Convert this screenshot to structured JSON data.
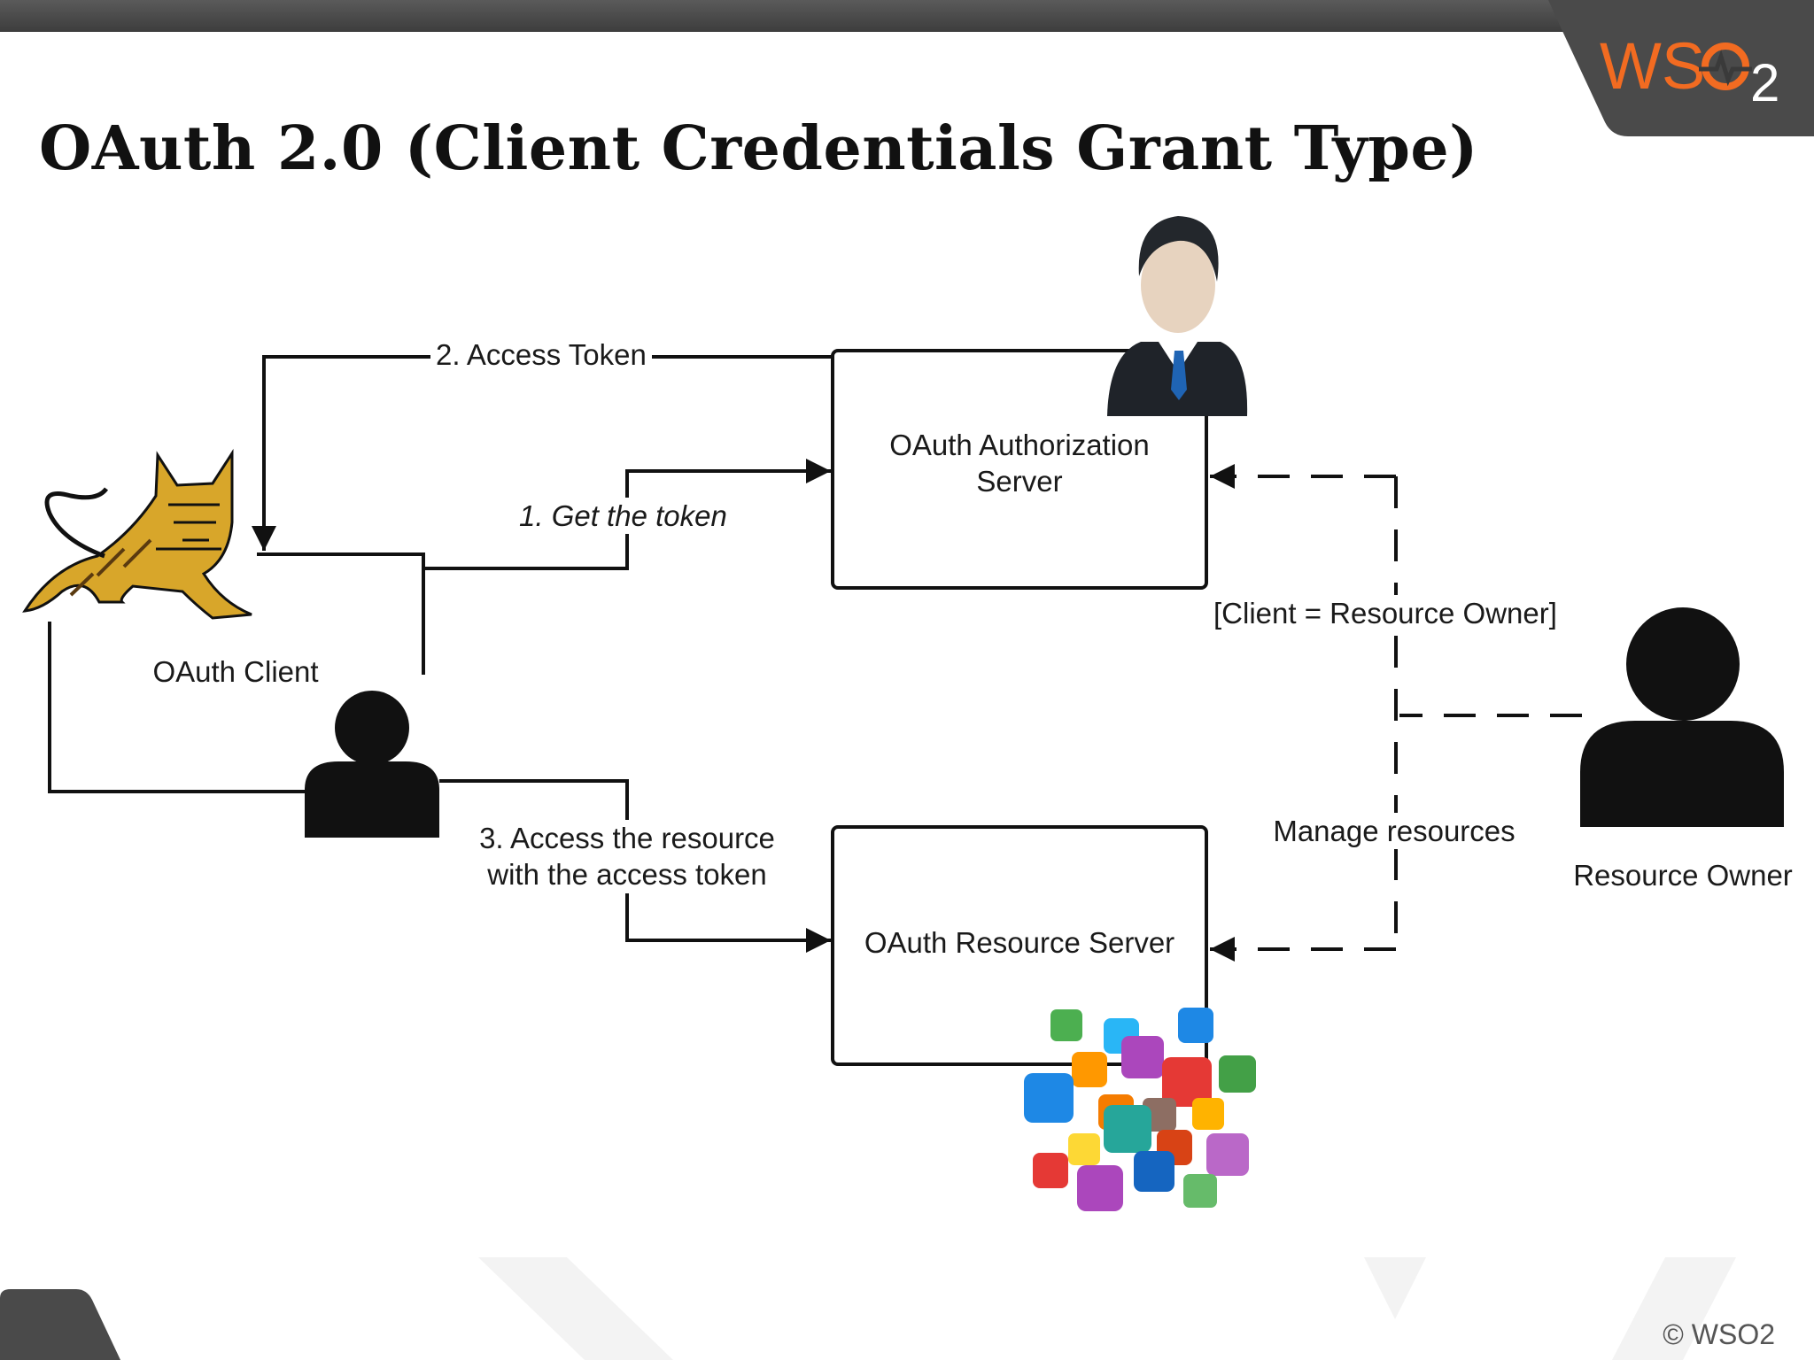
{
  "slide": {
    "title": "OAuth 2.0 (Client Credentials Grant Type)",
    "logo_text": "WSO2",
    "copyright": "© WSO2"
  },
  "nodes": {
    "authorization_server": {
      "line1": "OAuth Authorization",
      "line2": "Server"
    },
    "resource_server": {
      "label": "OAuth Resource Server"
    },
    "client": {
      "label": "OAuth Client"
    },
    "resource_owner": {
      "label": "Resource Owner"
    }
  },
  "edges": {
    "get_token": "1. Get the token",
    "access_token": "2. Access Token",
    "access_resource_line1": "3. Access the resource",
    "access_resource_line2": "with the access token",
    "client_equals_owner": "[Client = Resource Owner]",
    "manage_resources": "Manage resources"
  },
  "colors": {
    "accent": "#f26b21",
    "line": "#111111",
    "topbar": "#4a4a4a"
  },
  "icons": [
    "tomcat-icon",
    "businessman-icon",
    "user-icon",
    "apps-cluster-icon",
    "wso2-logo"
  ]
}
